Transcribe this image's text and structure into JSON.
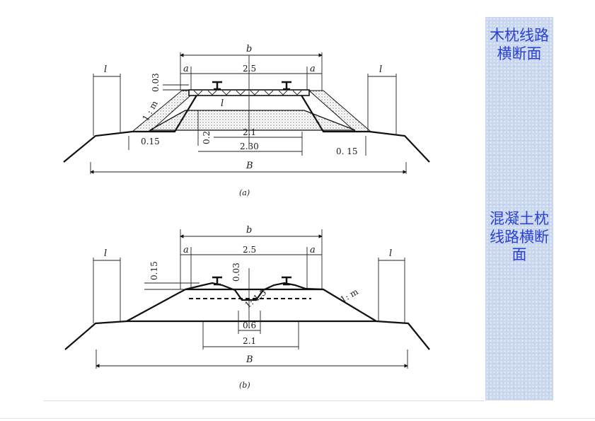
{
  "side_titles": {
    "wood": "木枕线路横断面",
    "concrete": "混凝土枕线路横断面"
  },
  "figure_a": {
    "caption": "(a)",
    "dim_b": "b",
    "dim_top": "2.5",
    "dim_a": "a",
    "dim_003": "0.03",
    "slope": "1 : m",
    "l_mark": "l",
    "dim_02": "0.2",
    "dim_21": "2.1",
    "dim_230": "2.30",
    "dim_015_left": "0.15",
    "dim_015_right": "0. 15",
    "dim_B": "B"
  },
  "figure_b": {
    "caption": "(b)",
    "dim_b": "b",
    "dim_top": "2.5",
    "dim_a": "a",
    "dim_015": "0.15",
    "dim_003": "0.03",
    "slope_mid": "1: 1.5",
    "slope": "1: m",
    "l_mark": "l",
    "dim_06": "0.6",
    "dim_21": "2.1",
    "dim_B": "B"
  }
}
